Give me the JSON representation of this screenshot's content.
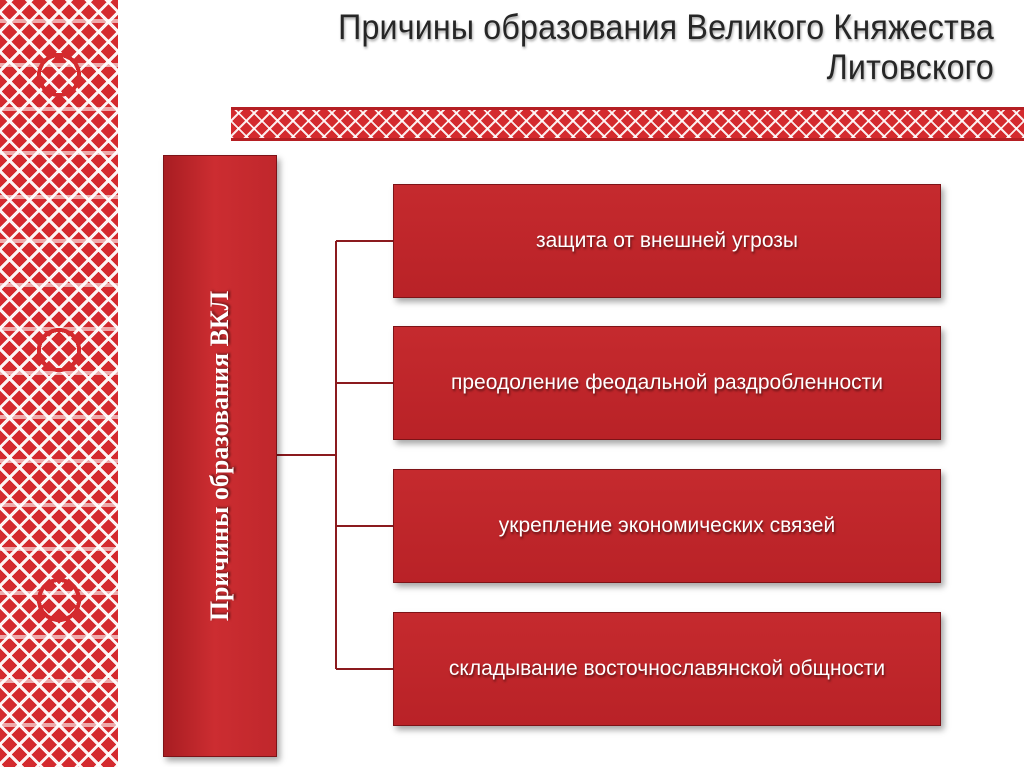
{
  "title": "Причины образования Великого Княжества Литовского",
  "main_label": "Причины образования ВКЛ",
  "items": [
    {
      "label": "защита от внешней угрозы"
    },
    {
      "label": "преодоление феодальной раздробленности"
    },
    {
      "label": "укрепление экономических связей"
    },
    {
      "label": "складывание восточнославянской общности"
    }
  ],
  "colors": {
    "box_red": "#c0272c",
    "ornament_red": "#d42a2e",
    "connector": "#8b1a1e"
  }
}
